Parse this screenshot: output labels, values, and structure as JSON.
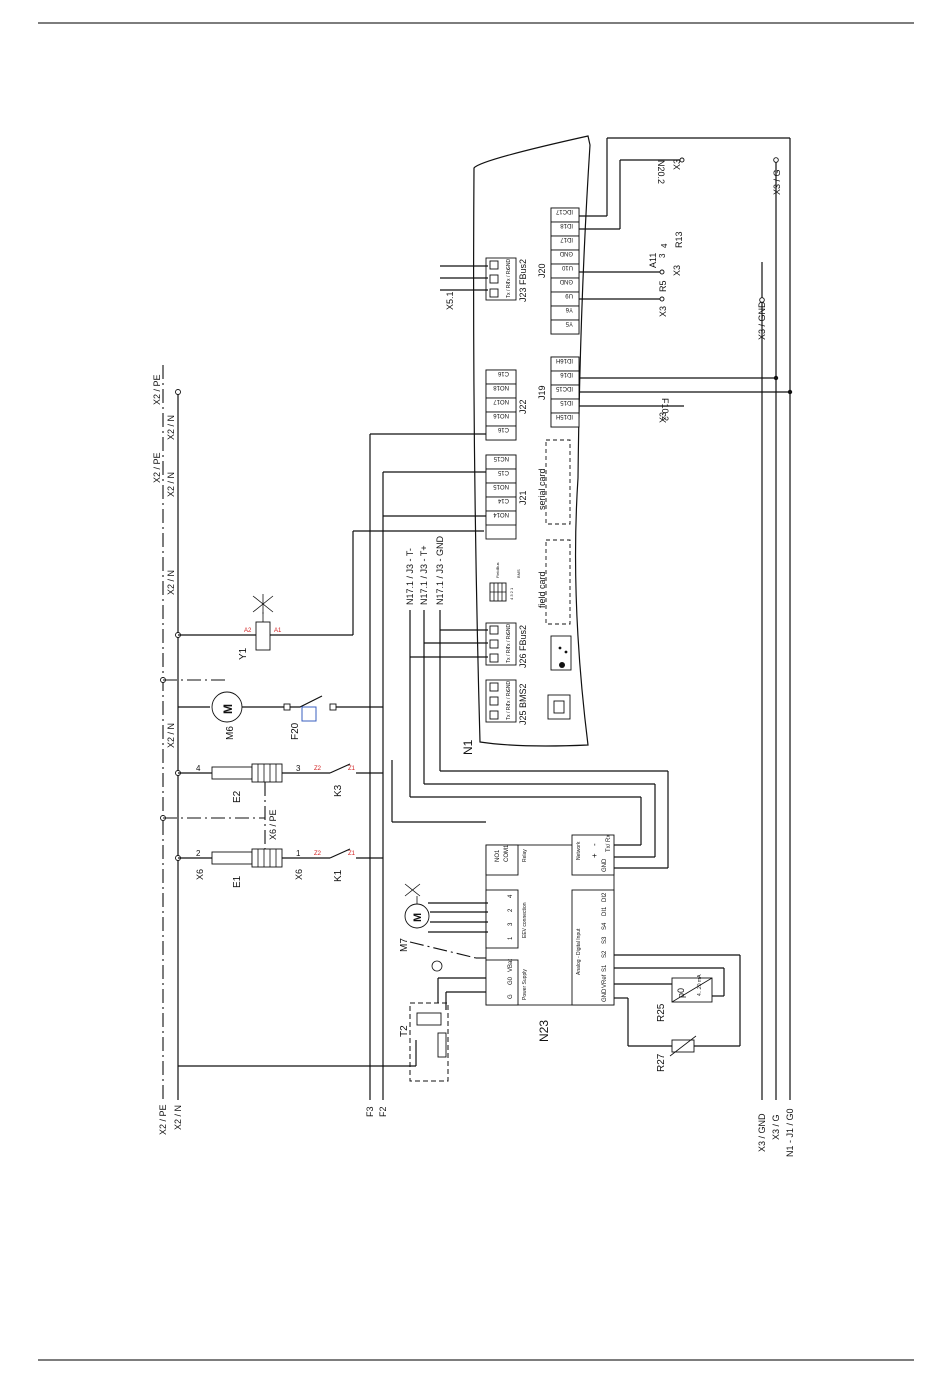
{
  "components": {
    "N1": "N1",
    "N23": "N23",
    "T2": "T2",
    "M6": "M6",
    "M7": "M7",
    "Y1": "Y1",
    "F20": "F20",
    "E1": "E1",
    "E2": "E2",
    "K1": "K1",
    "K3": "K3",
    "R25": "R25",
    "R27": "R27",
    "A11": "A11",
    "R13": "R13",
    "R5": "R5"
  },
  "connectors": {
    "J19": "J19",
    "J20": "J20",
    "J21": "J21",
    "J22": "J22",
    "J23": "J23 FBus2",
    "J25": "J25 BMS2",
    "J26": "J26 FBus2",
    "serial_card": "serial card",
    "field_card": "field card"
  },
  "pins": {
    "J20": [
      "IDC17",
      "ID18",
      "ID17",
      "GND",
      "U10",
      "GND",
      "U9",
      "Y6",
      "Y5"
    ],
    "J19": [
      "ID16H",
      "ID16",
      "IDC15",
      "ID15",
      "ID15H"
    ],
    "J22": [
      "C16",
      "NO18",
      "NO17",
      "NO16",
      "C16"
    ],
    "J21": [
      "NC15",
      "C15",
      "NO15",
      "C14",
      "NO14"
    ],
    "bus": [
      "GND",
      "Tx / Rx",
      "Tx / Rx"
    ],
    "N23_top": [
      "NO1",
      "COM1"
    ],
    "N23_top_group": "Relay",
    "N23_net": [
      "-",
      "+",
      "Tx/ Rx",
      "GND"
    ],
    "N23_net_group": "Network",
    "N23_ev": [
      "4",
      "2",
      "3",
      "1"
    ],
    "N23_ev_group": "EEV connection",
    "N23_ps": [
      "VBat",
      "G0",
      "G"
    ],
    "N23_ps_group": "Power Supply",
    "N23_ai": [
      "DI2",
      "DI1",
      "S4",
      "S3",
      "S2",
      "S1",
      "VRef",
      "GND"
    ],
    "N23_ai_group": "Analog - Digital Input",
    "fieldbus": "FieldBus",
    "fieldbus_nums": "4 3 2 1",
    "bms": "BMS"
  },
  "terminals": {
    "x2pe_left": "X2 / PE",
    "x2n_left": "X2 / N",
    "x2pe_top": "X2 / PE",
    "x2n_top": "X2 / N",
    "x2n_1": "X2 / N",
    "x2n_2": "X2 / N",
    "x2pe_2": "X2 / PE",
    "x2n_3": "X2 / N",
    "x2n_4": "X2 / N",
    "f3": "F3",
    "f2": "F2",
    "x6pe": "X6 / PE",
    "x6a": "X6",
    "x6b": "X6",
    "n17_tm": "N17.1 / J3 - T-",
    "n17_tp": "N17.1 / J3 - T+",
    "n17_gnd": "N17.1 / J3 - GND",
    "x5_1": "X5.1",
    "n20_2": "N20.2",
    "x3_a": "X3",
    "x3_g_top": "X3 / G",
    "x3_gnd_mid": "X3 / GND",
    "x3_b": "X3",
    "x3_c": "X3",
    "f10_2": "F10.2",
    "x3_d": "X3",
    "x3_gnd_bot": "X3 / GND",
    "x3_g_bot": "X3 / G",
    "n1_j1_g0": "N1 - J1 / G0",
    "num_1": "1",
    "num_2": "2",
    "num_3": "3",
    "num_4": "4",
    "num_3b": "3",
    "num_4b": "4",
    "a1": "A1",
    "a2": "A2",
    "z1": "Z1",
    "z2": "Z2",
    "z1b": "Z1",
    "z2b": "Z2"
  },
  "sensor": {
    "range": "4...20 mA",
    "p0": "p0"
  },
  "colors": {
    "wire": "#111111",
    "marker": "#d01c1c",
    "rule": "#7d7d7d",
    "relay_box": "#3a5fbf"
  }
}
